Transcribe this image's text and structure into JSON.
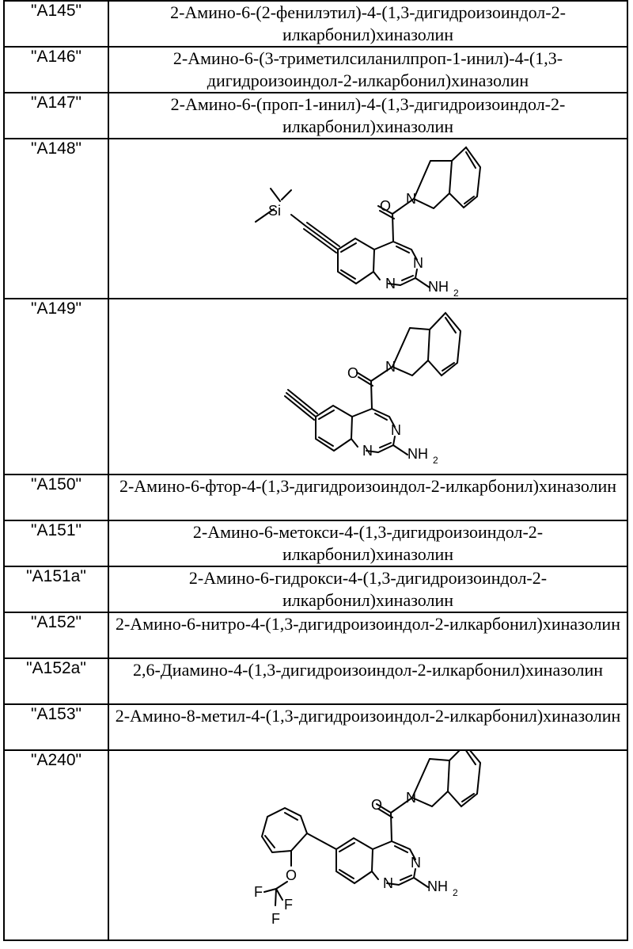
{
  "rows": [
    {
      "id": "\"A145\"",
      "name": "2-Амино-6-(2-фенилэтил)-4-(1,3-дигидроизоиндол-2-илкарбонил)хиназолин"
    },
    {
      "id": "\"A146\"",
      "name": "2-Амино-6-(3-триметилсиланилпроп-1-инил)-4-(1,3-дигидроизоиндол-2-илкарбонил)хиназолин"
    },
    {
      "id": "\"A147\"",
      "name": "2-Амино-6-(проп-1-инил)-4-(1,3-дигидроизоиндол-2-илкарбонил)хиназолин"
    },
    {
      "id": "\"A148\"",
      "structure": {
        "atoms": {
          "si": "Si",
          "o": "O",
          "n_ring": "N",
          "n3": "N",
          "n1": "N",
          "nh": "NH",
          "nh_sub": "2"
        }
      }
    },
    {
      "id": "\"A149\"",
      "structure": {
        "atoms": {
          "o": "O",
          "n_ring": "N",
          "n3": "N",
          "n1": "N",
          "nh": "NH",
          "nh_sub": "2"
        }
      }
    },
    {
      "id": "\"A150\"",
      "name": "2-Амино-6-фтор-4-(1,3-дигидроизоиндол-2-илкарбонил)хиназолин"
    },
    {
      "id": "\"A151\"",
      "name": "2-Амино-6-метокси-4-(1,3-дигидроизоиндол-2-илкарбонил)хиназолин"
    },
    {
      "id": "\"A151a\"",
      "name": "2-Амино-6-гидрокси-4-(1,3-дигидроизоиндол-2-илкарбонил)хиназолин"
    },
    {
      "id": "\"A152\"",
      "name": "2-Амино-6-нитро-4-(1,3-дигидроизоиндол-2-илкарбонил)хиназолин"
    },
    {
      "id": "\"A152a\"",
      "name": "2,6-Диамино-4-(1,3-дигидроизоиндол-2-илкарбонил)хиназолин"
    },
    {
      "id": "\"A153\"",
      "name": "2-Амино-8-метил-4-(1,3-дигидроизоиндол-2-илкарбонил)хиназолин"
    },
    {
      "id": "\"A240\"",
      "structure": {
        "atoms": {
          "o": "O",
          "n_ring": "N",
          "n3": "N",
          "n1": "N",
          "nh": "NH",
          "nh_sub": "2",
          "o_ether": "O",
          "f1": "F",
          "f2": "F",
          "f3": "F"
        }
      }
    }
  ]
}
